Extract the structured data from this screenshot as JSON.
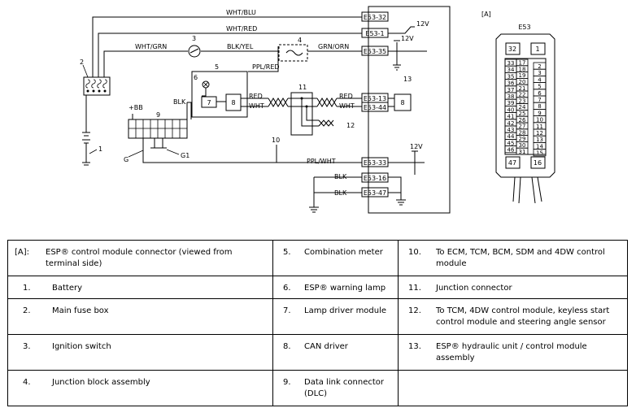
{
  "diagram": {
    "wire_labels": {
      "wht_blu": "WHT/BLU",
      "wht_red": "WHT/RED",
      "wht_grn": "WHT/GRN",
      "blk_yel": "BLK/YEL",
      "grn_orn": "GRN/ORN",
      "ppl_red": "PPL/RED",
      "blk_7": "BLK",
      "red_8": "RED",
      "wht_8": "WHT",
      "red_13": "RED",
      "wht_13": "WHT",
      "ppl_wht": "PPL/WHT",
      "blk_16": "BLK",
      "blk_47": "BLK"
    },
    "terminals": {
      "t32": "E53-32",
      "t1": "E53-1",
      "t35": "E53-35",
      "t13": "E53-13",
      "t44": "E53-44",
      "t33": "E53-33",
      "t16": "E53-16",
      "t47": "E53-47"
    },
    "voltages": {
      "v1": "12V",
      "v2": "12V",
      "v3": "12V",
      "bb": "+BB"
    },
    "callouts": {
      "n1": "1",
      "n2": "2",
      "n3": "3",
      "n4": "4",
      "n5": "5",
      "n6": "6",
      "n7": "7",
      "n8": "8",
      "n8b": "8",
      "n9": "9",
      "n10": "10",
      "n11": "11",
      "n12": "12",
      "n13": "13",
      "g": "G",
      "g1": "G1"
    },
    "connector": {
      "bracket": "[A]",
      "name": "E53",
      "top_left": "32",
      "top_right": "1",
      "bottom_left": "47",
      "bottom_right": "16",
      "col1": [
        "33",
        "34",
        "35",
        "36",
        "37",
        "38",
        "39",
        "40",
        "41",
        "42",
        "43",
        "44",
        "45",
        "46"
      ],
      "col2": [
        "17",
        "18",
        "19",
        "20",
        "21",
        "22",
        "23",
        "24",
        "25",
        "26",
        "27",
        "28",
        "29",
        "30",
        "31"
      ],
      "col3": [
        "2",
        "3",
        "4",
        "5",
        "6",
        "7",
        "8",
        "9",
        "10",
        "11",
        "12",
        "13",
        "14",
        "15"
      ]
    }
  },
  "legend": {
    "rows": [
      [
        {
          "num": "[A]:",
          "text": "ESP® control module connector (viewed from terminal side)"
        },
        {
          "num": "5.",
          "text": "Combination meter"
        },
        {
          "num": "10.",
          "text": "To ECM, TCM, BCM, SDM and 4DW control module"
        }
      ],
      [
        {
          "num": "1.",
          "text": "Battery"
        },
        {
          "num": "6.",
          "text": "ESP® warning lamp"
        },
        {
          "num": "11.",
          "text": "Junction connector"
        }
      ],
      [
        {
          "num": "2.",
          "text": "Main fuse box"
        },
        {
          "num": "7.",
          "text": "Lamp driver module"
        },
        {
          "num": "12.",
          "text": "To TCM, 4DW control module, keyless start control module and steering angle sensor"
        }
      ],
      [
        {
          "num": "3.",
          "text": "Ignition switch"
        },
        {
          "num": "8.",
          "text": "CAN driver"
        },
        {
          "num": "13.",
          "text": "ESP® hydraulic unit / control module assembly"
        }
      ],
      [
        {
          "num": "4.",
          "text": "Junction block assembly"
        },
        {
          "num": "9.",
          "text": "Data link connector (DLC)"
        },
        {
          "num": "",
          "text": ""
        }
      ]
    ]
  }
}
